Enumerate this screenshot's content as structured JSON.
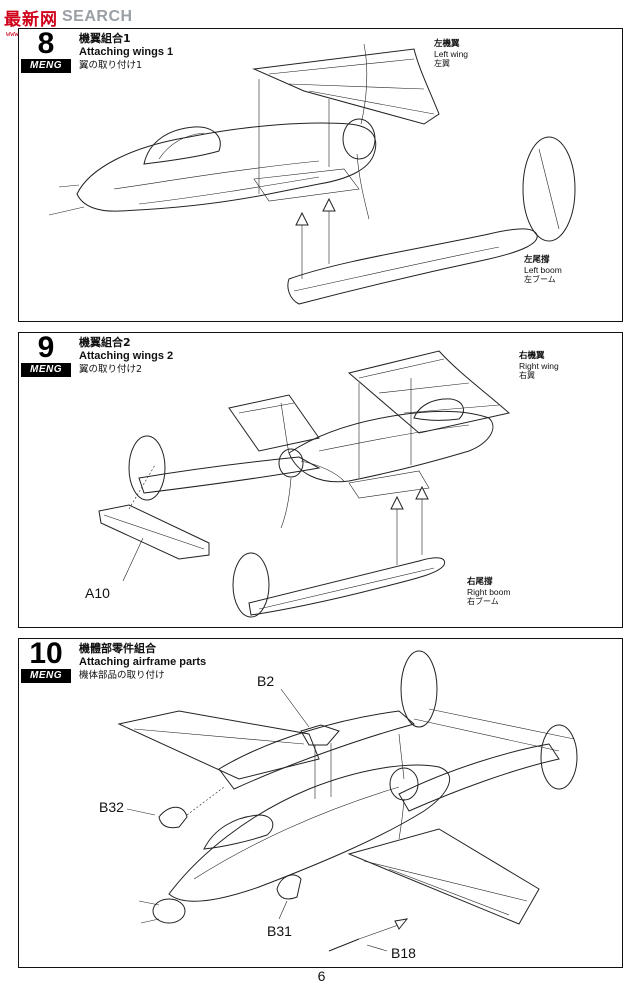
{
  "watermark": {
    "logo": "最新网",
    "search": "SEARCH",
    "url": "www.mmhobby.com"
  },
  "steps": [
    {
      "number": "8",
      "brand": "MENG",
      "title_cn": "機翼組合1",
      "title_en": "Attaching wings 1",
      "title_jp": "翼の取り付け1",
      "callouts": [
        {
          "cn": "左機翼",
          "en": "Left wing",
          "jp": "左翼"
        },
        {
          "cn": "左尾撐",
          "en": "Left boom",
          "jp": "左ブーム"
        }
      ],
      "parts": []
    },
    {
      "number": "9",
      "brand": "MENG",
      "title_cn": "機翼組合2",
      "title_en": "Attaching wings 2",
      "title_jp": "翼の取り付け2",
      "callouts": [
        {
          "cn": "右機翼",
          "en": "Right wing",
          "jp": "右翼"
        },
        {
          "cn": "右尾撐",
          "en": "Right boom",
          "jp": "右ブーム"
        }
      ],
      "parts": [
        "A10"
      ]
    },
    {
      "number": "10",
      "brand": "MENG",
      "title_cn": "機體部零件組合",
      "title_en": "Attaching airframe parts",
      "title_jp": "機体部品の取り付け",
      "callouts": [],
      "parts": [
        "B2",
        "B32",
        "B31",
        "B18"
      ]
    }
  ],
  "page_number": "6"
}
